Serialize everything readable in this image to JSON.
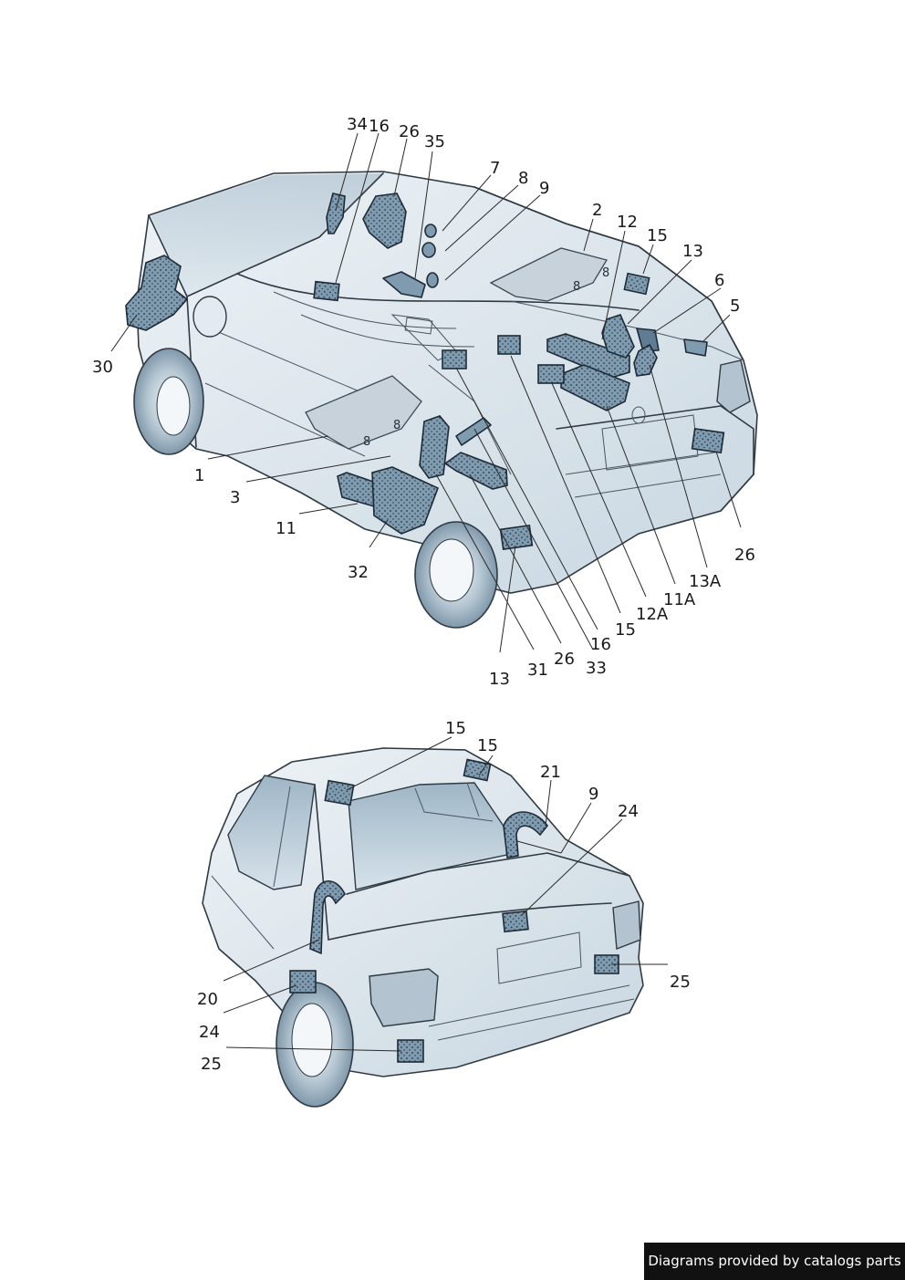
{
  "credit": "Diagrams provided by catalogs parts",
  "markings": {
    "mat_code": "8"
  },
  "colors": {
    "part_fill": "#7f9bb0",
    "body_shade": "#dfe8ee",
    "glass": "#b9cbd7",
    "credit_bg": "#111111"
  },
  "callouts": [
    {
      "id": "34",
      "text": "34"
    },
    {
      "id": "16-top",
      "text": "16"
    },
    {
      "id": "26-top",
      "text": "26"
    },
    {
      "id": "35",
      "text": "35"
    },
    {
      "id": "7",
      "text": "7"
    },
    {
      "id": "8",
      "text": "8"
    },
    {
      "id": "9-top",
      "text": "9"
    },
    {
      "id": "2",
      "text": "2"
    },
    {
      "id": "12",
      "text": "12"
    },
    {
      "id": "15-top",
      "text": "15"
    },
    {
      "id": "13-top",
      "text": "13"
    },
    {
      "id": "6",
      "text": "6"
    },
    {
      "id": "5",
      "text": "5"
    },
    {
      "id": "30",
      "text": "30"
    },
    {
      "id": "1",
      "text": "1"
    },
    {
      "id": "3",
      "text": "3"
    },
    {
      "id": "11",
      "text": "11"
    },
    {
      "id": "32",
      "text": "32"
    },
    {
      "id": "26-right",
      "text": "26"
    },
    {
      "id": "13A",
      "text": "13A"
    },
    {
      "id": "11A",
      "text": "11A"
    },
    {
      "id": "12A",
      "text": "12A"
    },
    {
      "id": "15-mid",
      "text": "15"
    },
    {
      "id": "16-mid",
      "text": "16"
    },
    {
      "id": "33",
      "text": "33"
    },
    {
      "id": "26-mid",
      "text": "26"
    },
    {
      "id": "31",
      "text": "31"
    },
    {
      "id": "13-bottom",
      "text": "13"
    },
    {
      "id": "15-b1",
      "text": "15"
    },
    {
      "id": "15-b2",
      "text": "15"
    },
    {
      "id": "21",
      "text": "21"
    },
    {
      "id": "9-b",
      "text": "9"
    },
    {
      "id": "24-b1",
      "text": "24"
    },
    {
      "id": "25-b1",
      "text": "25"
    },
    {
      "id": "20",
      "text": "20"
    },
    {
      "id": "24-b2",
      "text": "24"
    },
    {
      "id": "25-b2",
      "text": "25"
    }
  ]
}
